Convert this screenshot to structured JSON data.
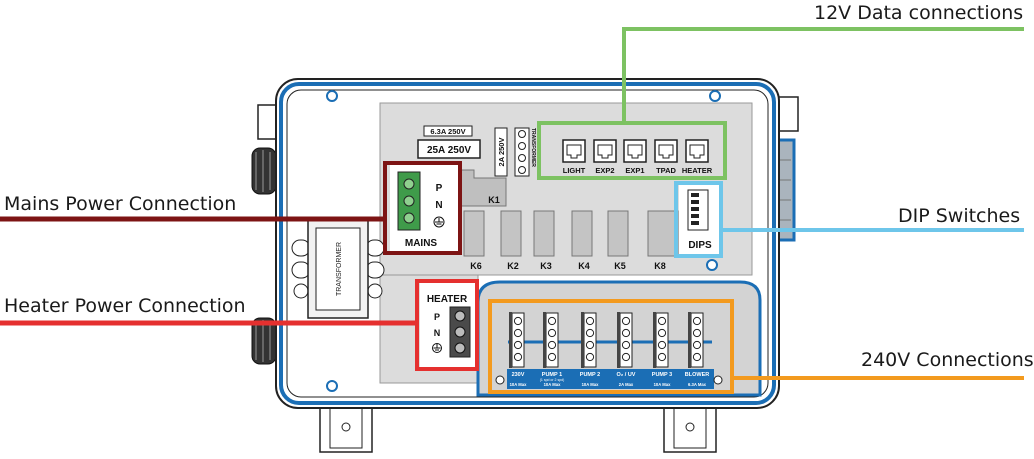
{
  "callouts": {
    "data_12v": "12V Data connections",
    "mains_power": "Mains Power Connection",
    "dip_switches": "DIP Switches",
    "heater_power": "Heater Power Connection",
    "connections_240v": "240V Connections"
  },
  "board": {
    "fuse_small": "6.3A 250V",
    "fuse_main": "25A 250V",
    "fuse_vertical": "2A 250V",
    "transformer_small": "TRANSFORMER",
    "transformer_large": "TRANSFORMER",
    "relay_k1": "K1",
    "relays": [
      "K6",
      "K2",
      "K3",
      "K4",
      "K5",
      "K8"
    ],
    "mains": {
      "title": "MAINS",
      "p": "P",
      "n": "N"
    },
    "heater": {
      "title": "HEATER",
      "p": "P",
      "n": "N"
    },
    "dips_label": "DIPS",
    "data_ports": [
      "LIGHT",
      "EXP2",
      "EXP1",
      "TPAD",
      "HEATER"
    ],
    "outputs": [
      {
        "name": "230V",
        "rating": "10A Max"
      },
      {
        "name": "PUMP 1",
        "sub": "(1 spd or 2 spd)",
        "rating": "10A Max"
      },
      {
        "name": "PUMP 2",
        "rating": "10A Max"
      },
      {
        "name": "O₂ / UV",
        "rating": "2A Max"
      },
      {
        "name": "PUMP 3",
        "rating": "10A Max"
      },
      {
        "name": "BLOWER",
        "rating": "6.3A Max"
      }
    ]
  },
  "colors": {
    "data_12v": "#7dc262",
    "mains_power": "#7d1414",
    "dip_switches": "#6ec6ea",
    "heater_power": "#e5302f",
    "connections_240v": "#f39a1e",
    "enclosure_border": "#1b6eb5",
    "board_gray": "#d9d9d9"
  }
}
